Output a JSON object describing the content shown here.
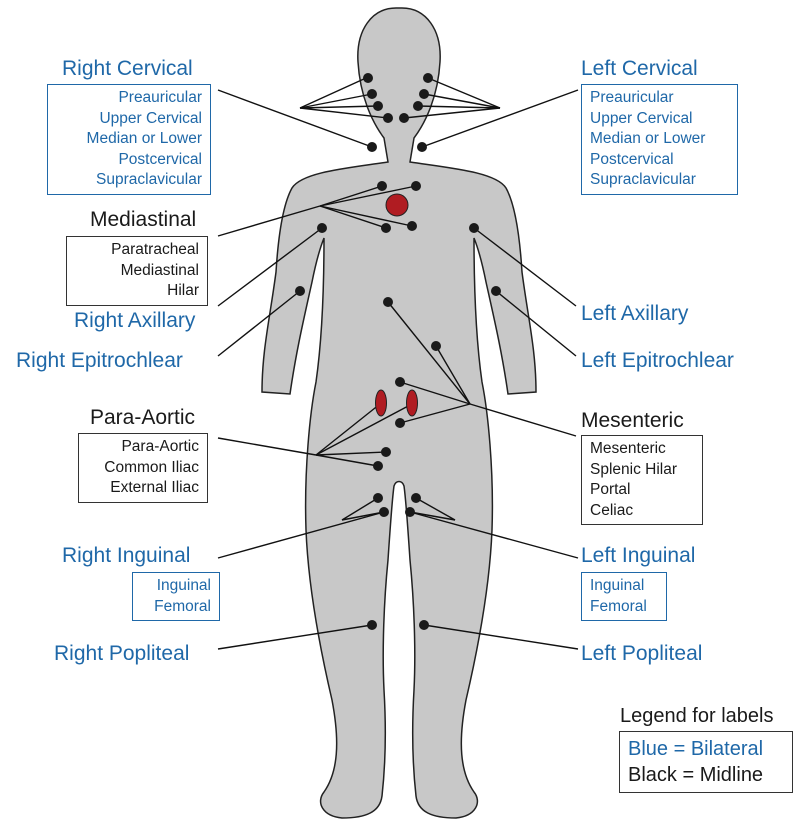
{
  "colors": {
    "bilateral": "#1f68a8",
    "midline": "#1a1a1a",
    "body_fill": "#c8c8c8",
    "body_stroke": "#222222",
    "node": "#1a1a1a",
    "organ": "#b01c22"
  },
  "regions": {
    "right_cervical": {
      "title": "Right Cervical",
      "items": [
        "Preauricular",
        "Upper Cervical",
        "Median or Lower",
        "Postcervical",
        "Supraclavicular"
      ]
    },
    "left_cervical": {
      "title": "Left Cervical",
      "items": [
        "Preauricular",
        "Upper Cervical",
        "Median or Lower",
        "Postcervical",
        "Supraclavicular"
      ]
    },
    "mediastinal": {
      "title": "Mediastinal",
      "items": [
        "Paratracheal",
        "Mediastinal",
        "Hilar"
      ]
    },
    "right_axillary": {
      "title": "Right Axillary"
    },
    "left_axillary": {
      "title": "Left Axillary"
    },
    "right_epitrochlear": {
      "title": "Right Epitrochlear"
    },
    "left_epitrochlear": {
      "title": "Left Epitrochlear"
    },
    "para_aortic": {
      "title": "Para-Aortic",
      "items": [
        "Para-Aortic",
        "Common Iliac",
        "External Iliac"
      ]
    },
    "mesenteric": {
      "title": "Mesenteric",
      "items": [
        "Mesenteric",
        "Splenic Hilar",
        "Portal",
        "Celiac"
      ]
    },
    "right_inguinal": {
      "title": "Right Inguinal",
      "items": [
        "Inguinal",
        "Femoral"
      ]
    },
    "left_inguinal": {
      "title": "Left Inguinal",
      "items": [
        "Inguinal",
        "Femoral"
      ]
    },
    "right_popliteal": {
      "title": "Right Popliteal"
    },
    "left_popliteal": {
      "title": "Left Popliteal"
    }
  },
  "legend": {
    "title": "Legend for labels",
    "bilateral": "Blue = Bilateral",
    "midline": "Black = Midline"
  }
}
